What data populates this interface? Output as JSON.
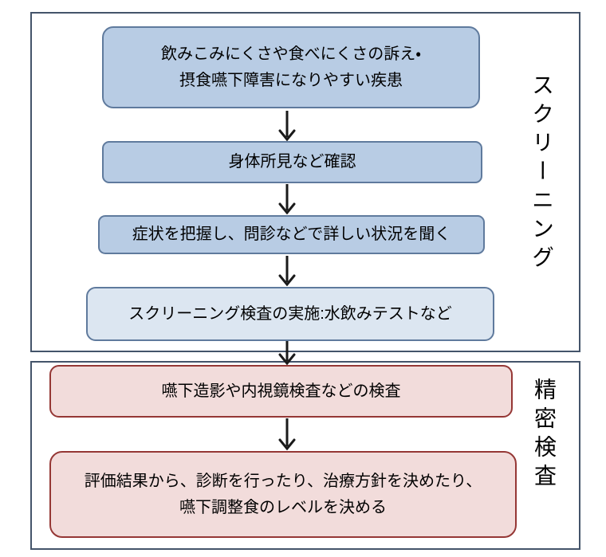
{
  "diagram": {
    "sections": [
      {
        "label": "スクリーニング",
        "boxes": [
          {
            "id": "complaint",
            "lines": [
              "飲みこみにくさや食べにくさの訴え・",
              "摂食嚥下障害になりやすい疾患"
            ]
          },
          {
            "id": "physical",
            "lines": [
              "身体所見など確認"
            ]
          },
          {
            "id": "interview",
            "lines": [
              "症状を把握し、問診などで詳しい状況を聞く"
            ]
          },
          {
            "id": "screening-test",
            "lines": [
              "スクリーニング検査の実施:水飲みテストなど"
            ]
          }
        ]
      },
      {
        "label": "精密検査",
        "boxes": [
          {
            "id": "exam",
            "lines": [
              "嚥下造影や内視鏡検査などの検査"
            ]
          },
          {
            "id": "decision",
            "lines": [
              "評価結果から、診断を行ったり、治療方針を決めたり、",
              "嚥下調整食のレベルを決める"
            ]
          }
        ]
      }
    ],
    "colors": {
      "screening_box_fill": "#b8cce4",
      "screening_box_fill_light": "#dce6f1",
      "screening_box_border": "#5f7a9d",
      "exam_box_fill": "#f2dcdb",
      "exam_box_border": "#953735",
      "section_border": "#44546a",
      "arrow_color": "#1a1a1a",
      "text_color": "#000000"
    }
  }
}
